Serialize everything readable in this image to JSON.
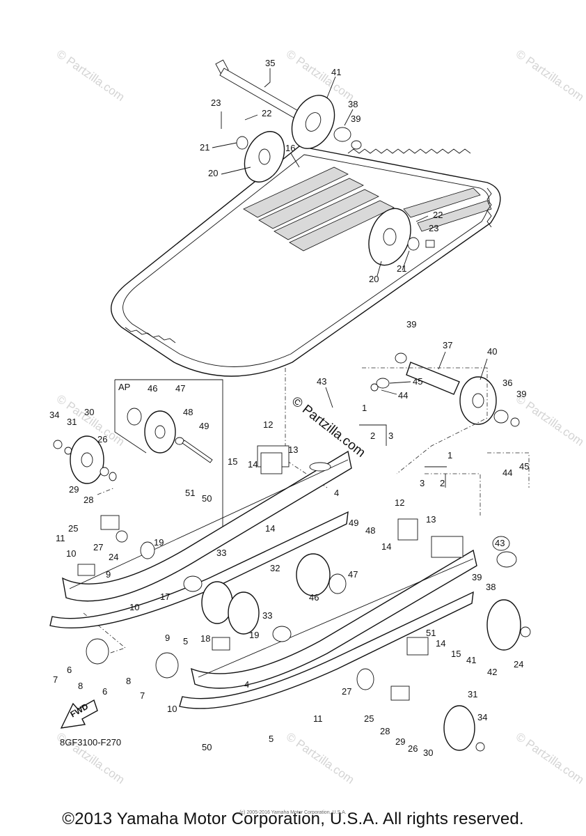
{
  "diagram": {
    "code": "8GF3100-F270",
    "fwd_label": "FWD",
    "ap_label": "AP",
    "watermark_main": "© Partzilla.com",
    "watermark_repeat": "© Partzilla.com",
    "copyright": "©2013 Yamaha Motor Corporation, U.S.A. All rights reserved.",
    "copyright_small": "(c) 2005-2016 Yamaha Motor Corporation, U.S.A.",
    "callouts": [
      "35",
      "41",
      "23",
      "22",
      "38",
      "39",
      "21",
      "16",
      "20",
      "22",
      "23",
      "21",
      "20",
      "39",
      "37",
      "40",
      "43",
      "45",
      "44",
      "36",
      "39",
      "1",
      "2",
      "3",
      "34",
      "31",
      "30",
      "26",
      "29",
      "28",
      "46",
      "47",
      "48",
      "49",
      "12",
      "13",
      "15",
      "14",
      "51",
      "50",
      "4",
      "1",
      "2",
      "3",
      "44",
      "45",
      "25",
      "11",
      "27",
      "24",
      "19",
      "14",
      "33",
      "32",
      "49",
      "48",
      "12",
      "13",
      "14",
      "10",
      "9",
      "47",
      "46",
      "17",
      "18",
      "19",
      "33",
      "43",
      "39",
      "38",
      "10",
      "9",
      "5",
      "7",
      "6",
      "8",
      "8",
      "6",
      "7",
      "10",
      "4",
      "11",
      "5",
      "50",
      "51",
      "14",
      "15",
      "41",
      "42",
      "24",
      "27",
      "25",
      "28",
      "29",
      "26",
      "30",
      "31",
      "34"
    ]
  }
}
